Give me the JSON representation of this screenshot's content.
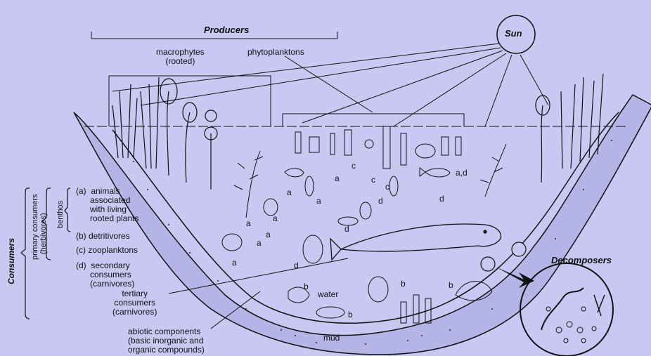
{
  "labels": {
    "producers": "Producers",
    "sun": "Sun",
    "macrophytes": "macrophytes\n(rooted)",
    "phytoplanktons": "phytoplanktons",
    "decomposers": "Decomposers",
    "consumers": "Consumers",
    "primary_consumers": "primary consumers",
    "herbivores": "(herbivores)",
    "benthos": "benthos",
    "a_text": "(a)  animals\n      associated\n      with living\n      rooted plants",
    "b_text": "(b)  detritivores",
    "c_text": "(c)  zooplanktons",
    "d_text": "(d)  secondary\n      consumers\n      (carnivores)",
    "tertiary": "tertiary\nconsumers\n(carnivores)",
    "abiotic": "abiotic components\n(basic inorganic and\norganic compounds)",
    "water": "water",
    "mud": "mud"
  },
  "organism_letters": [
    "a",
    "a",
    "a",
    "a",
    "a",
    "a",
    "a",
    "a",
    "b",
    "b",
    "b",
    "b",
    "c",
    "c",
    "c",
    "d",
    "d",
    "d",
    "d",
    "a,d"
  ],
  "colors": {
    "background": "#c8c8f2",
    "ink": "#111111",
    "mud": "#b4b4e6",
    "water": "#c8c8f2"
  }
}
